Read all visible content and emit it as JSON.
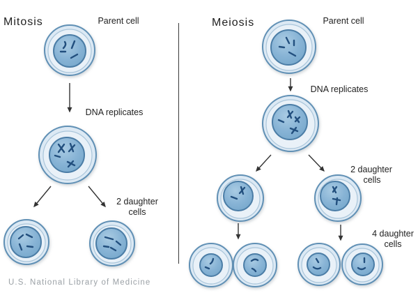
{
  "diagram": {
    "footer": "U.S. National Library of Medicine",
    "mitosis": {
      "title": "Mitosis",
      "parent_label": "Parent cell",
      "dna_label": "DNA replicates",
      "daughter_label_line1": "2 daughter",
      "daughter_label_line2": "cells"
    },
    "meiosis": {
      "title": "Meiosis",
      "parent_label": "Parent cell",
      "dna_label": "DNA replicates",
      "two_daughter_line1": "2 daughter",
      "two_daughter_line2": "cells",
      "four_daughter_line1": "4 daughter",
      "four_daughter_line2": "cells"
    },
    "colors": {
      "cell_outer_fill": "#dce9f4",
      "cell_outer_stroke": "#6090b5",
      "cell_inner_fill": "#e9f1f8",
      "nucleus_fill": "#87b3d5",
      "nucleus_stroke": "#4b7da6",
      "chromosome": "#224f7e",
      "arrow": "#333333",
      "divider": "#3a3a3a",
      "label_text": "#1f1f1f",
      "footer_text": "#9ba1a6",
      "background": "#ffffff"
    }
  }
}
